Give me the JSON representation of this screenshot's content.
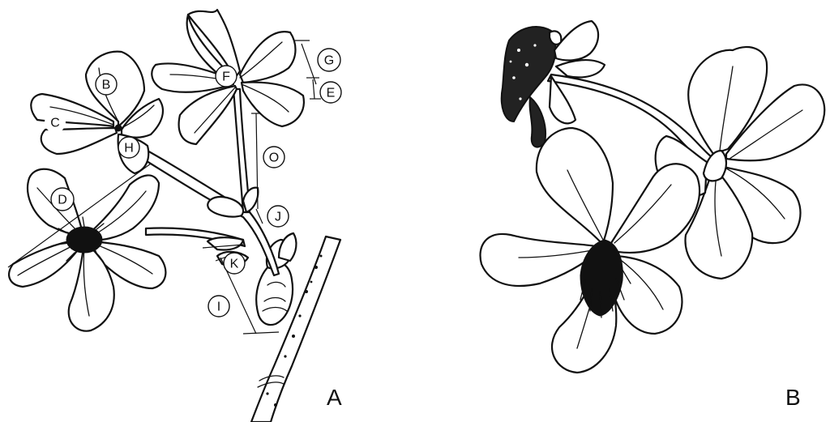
{
  "figure": {
    "panels": [
      {
        "id": "A",
        "label": "A",
        "measure_labels": [
          "B",
          "C",
          "D",
          "E",
          "F",
          "G",
          "H",
          "I",
          "J",
          "K",
          "O"
        ]
      },
      {
        "id": "B",
        "label": "B"
      }
    ]
  }
}
